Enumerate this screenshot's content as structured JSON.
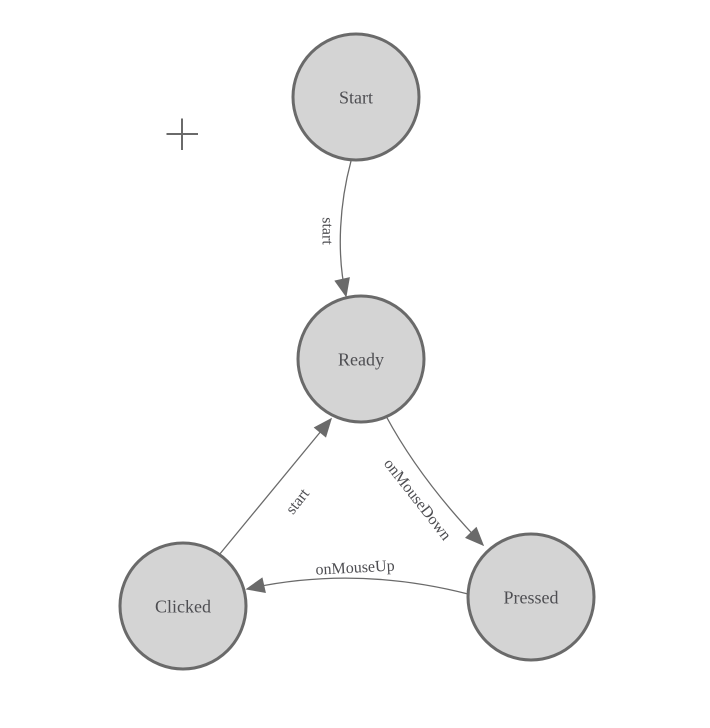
{
  "diagram": {
    "type": "state-machine",
    "nodes": [
      {
        "id": "start",
        "label": "Start"
      },
      {
        "id": "ready",
        "label": "Ready"
      },
      {
        "id": "clicked",
        "label": "Clicked"
      },
      {
        "id": "pressed",
        "label": "Pressed"
      }
    ],
    "edges": [
      {
        "from": "start",
        "to": "ready",
        "label": "start"
      },
      {
        "from": "ready",
        "to": "pressed",
        "label": "onMouseDown"
      },
      {
        "from": "pressed",
        "to": "clicked",
        "label": "onMouseUp"
      },
      {
        "from": "clicked",
        "to": "ready",
        "label": "start"
      }
    ],
    "icons": [
      {
        "name": "crosshair",
        "glyph": "+"
      }
    ]
  },
  "colors": {
    "background": "#ffffff",
    "node_fill": "#d4d4d4",
    "node_stroke": "#6a6a6a",
    "edge_color": "#6a6a6a",
    "label_color": "#4e4e52"
  }
}
